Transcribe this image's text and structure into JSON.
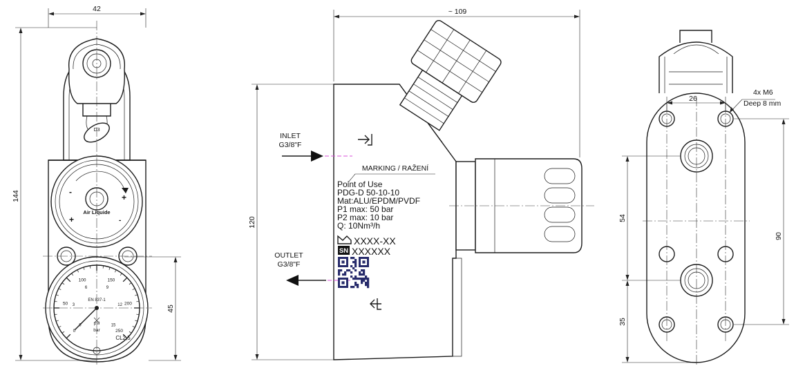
{
  "front_view": {
    "dim_width": "42",
    "dim_height": "144",
    "dim_gauge": "45",
    "knob_brand": "Air Liquide",
    "knob_plus": "+",
    "knob_minus": "-",
    "gauge_text": {
      "standard": "EN 837-1",
      "unit_psi": "psi",
      "unit_bar": "bar",
      "class": "CL2,5"
    },
    "gauge_ticks_outer": [
      "0",
      "50",
      "100",
      "150",
      "200",
      "250"
    ],
    "gauge_ticks_inner": [
      "0",
      "3",
      "6",
      "9",
      "12",
      "15"
    ]
  },
  "side_view": {
    "dim_width": "~ 109",
    "dim_height": "120",
    "inlet_label": "INLET",
    "inlet_thread": "G3/8\"F",
    "outlet_label": "OUTLET",
    "outlet_thread": "G3/8\"F",
    "marking_title": "MARKING  / RAŽENÍ",
    "marking_lines": [
      "Point of Use",
      "PDG-D 50-10-10",
      "Mat:ALU/EPDM/PVDF",
      "P1 max: 50 bar",
      "P2 max: 10 bar",
      "Q: 10Nm³/h"
    ],
    "date_code": "XXXX-XX",
    "sn_badge": "SN",
    "serial": "XXXXXX"
  },
  "rear_view": {
    "dim_hole_spacing": "26",
    "thread_note_1": "4x M6",
    "thread_note_2": "Deep 8 mm",
    "dim_54": "54",
    "dim_35": "35",
    "dim_90": "90"
  }
}
